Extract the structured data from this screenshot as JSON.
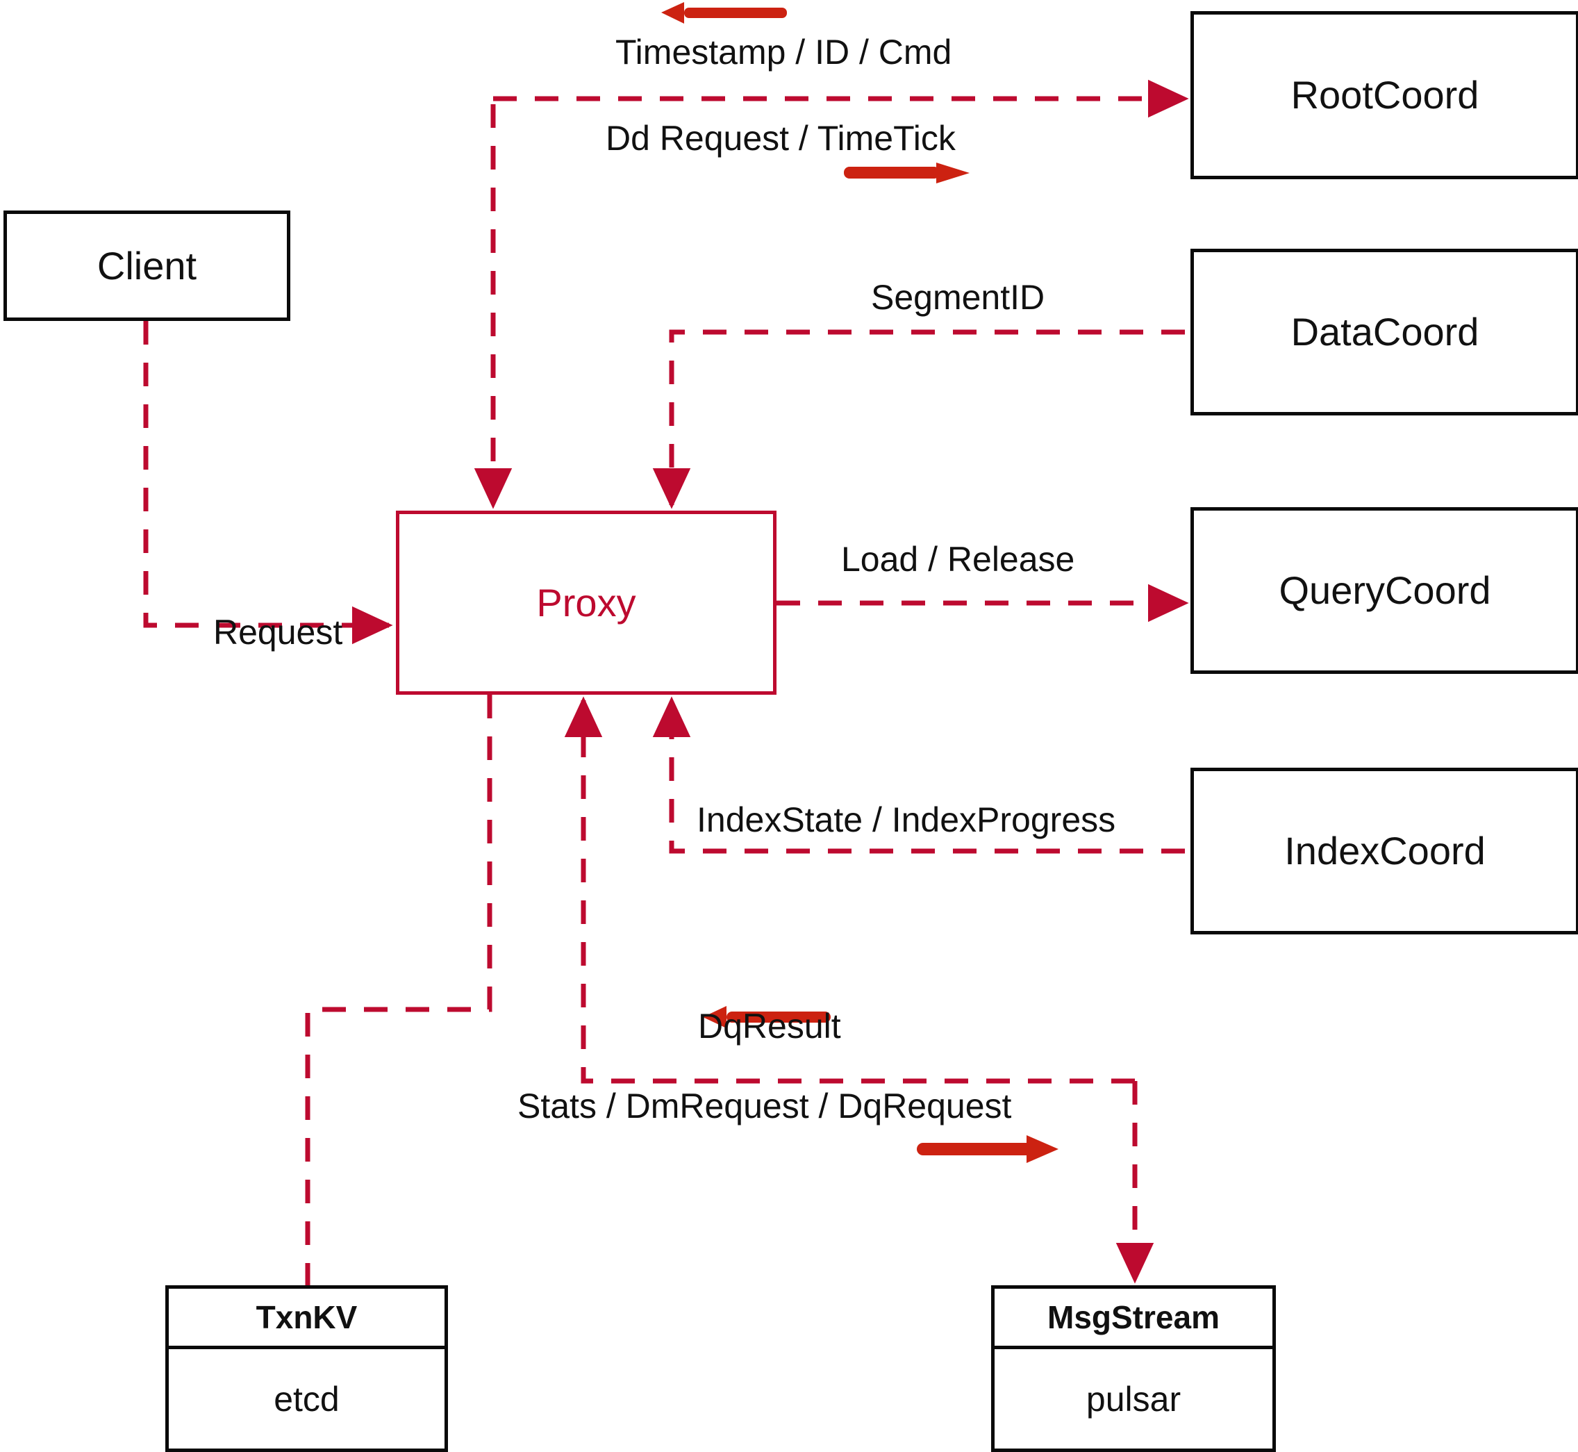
{
  "diagram": {
    "title": "Milvus Proxy interaction diagram",
    "colors": {
      "accent_dashed": "#bd0a2f",
      "accent_solid": "#cc2211",
      "node_border": "#0a0a0a",
      "text": "#111111",
      "background": "#ffffff"
    }
  },
  "nodes": {
    "client": {
      "label": "Client"
    },
    "proxy": {
      "label": "Proxy"
    },
    "root_coord": {
      "label": "RootCoord"
    },
    "data_coord": {
      "label": "DataCoord"
    },
    "query_coord": {
      "label": "QueryCoord"
    },
    "index_coord": {
      "label": "IndexCoord"
    },
    "txnkv": {
      "header": "TxnKV",
      "body": "etcd"
    },
    "msgstream": {
      "header": "MsgStream",
      "body": "pulsar"
    }
  },
  "edge_labels": {
    "timestamp_id_cmd": "Timestamp / ID / Cmd",
    "dd_request_timetick": "Dd Request / TimeTick",
    "segment_id": "SegmentID",
    "request": "Request",
    "load_release": "Load / Release",
    "index_state_progress": "IndexState / IndexProgress",
    "dq_result": "DqResult",
    "stats_dm_dq": "Stats / DmRequest / DqRequest"
  },
  "edges": [
    {
      "name": "client-to-proxy",
      "from": "Client",
      "to": "Proxy",
      "label": "Request",
      "style": "dashed",
      "direction": "to-proxy"
    },
    {
      "name": "proxy-to-rootcoord",
      "from": "Proxy",
      "to": "RootCoord",
      "labels": [
        "Timestamp / ID / Cmd",
        "Dd Request / TimeTick"
      ],
      "style": "dashed",
      "direction": "bidirectional"
    },
    {
      "name": "datacoord-to-proxy",
      "from": "DataCoord",
      "to": "Proxy",
      "label": "SegmentID",
      "style": "dashed",
      "direction": "to-proxy"
    },
    {
      "name": "proxy-to-querycoord",
      "from": "Proxy",
      "to": "QueryCoord",
      "label": "Load / Release",
      "style": "dashed",
      "direction": "to-querycoord"
    },
    {
      "name": "indexcoord-to-proxy",
      "from": "IndexCoord",
      "to": "Proxy",
      "label": "IndexState / IndexProgress",
      "style": "dashed",
      "direction": "to-proxy"
    },
    {
      "name": "proxy-to-txnkv",
      "from": "Proxy",
      "to": "TxnKV",
      "style": "dashed",
      "direction": "to-txnkv"
    },
    {
      "name": "proxy-msgstream",
      "from": "Proxy",
      "to": "MsgStream",
      "labels": [
        "DqResult",
        "Stats / DmRequest / DqRequest"
      ],
      "style": "dashed",
      "direction": "bidirectional"
    }
  ]
}
